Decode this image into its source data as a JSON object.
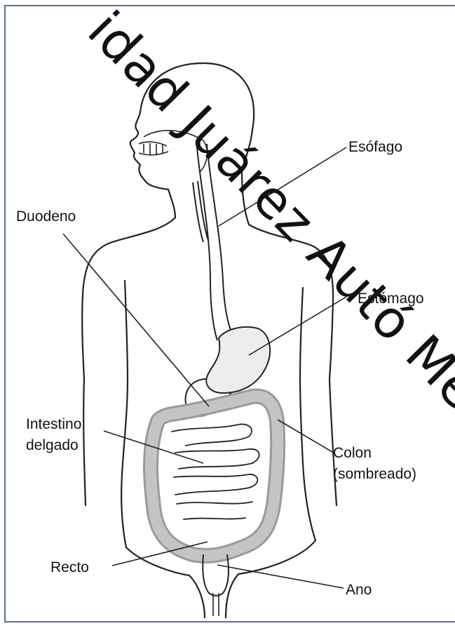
{
  "labels": {
    "esofago": "Esófago",
    "duodeno": "Duodeno",
    "estomago": "Estómago",
    "intestino_delgado_1": "Intestino",
    "intestino_delgado_2": "delgado",
    "colon_1": "Colon",
    "colon_2": "(sombreado)",
    "recto": "Recto",
    "ano": "Ano"
  },
  "watermark": "idad Juárez Autó México.",
  "colors": {
    "frame": "#5a6f98",
    "outline": "#222222",
    "colon_shade": "#b9b9b9",
    "stomach_shade": "#ededed"
  }
}
